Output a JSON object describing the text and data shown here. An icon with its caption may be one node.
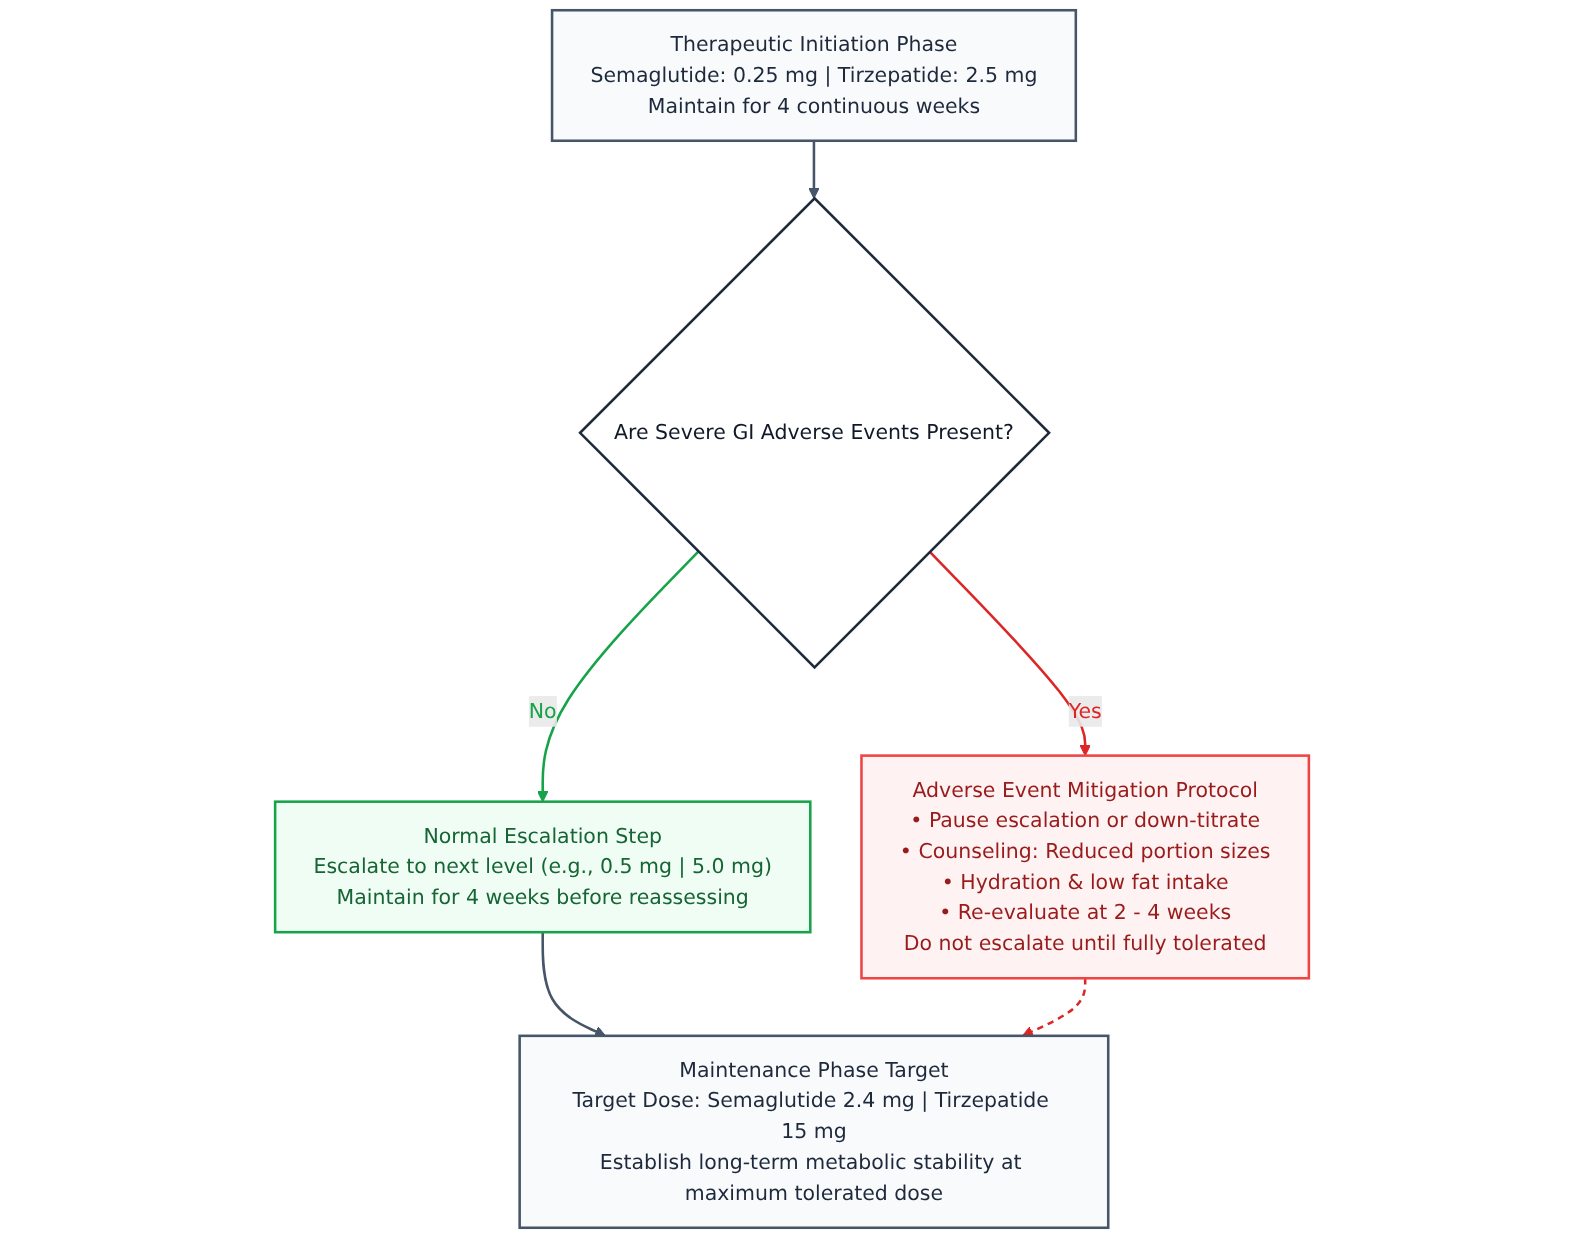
{
  "diagram": {
    "nodes": [
      {
        "text": [
          "Therapeutic Initiation Phase",
          "Semaglutide: 0.25 mg | Tirzepatide: 2.5 mg",
          "Maintain for 4 continuous weeks"
        ]
      },
      {
        "text": [
          "Are Severe GI Adverse Events Present?"
        ]
      },
      {
        "text": [
          "Adverse Event Mitigation Protocol",
          "• Pause escalation or down-titrate",
          "• Counseling: Reduced portion sizes",
          "• Hydration & low fat intake",
          "• Re-evaluate at 2 - 4 weeks",
          "Do not escalate until fully tolerated"
        ]
      },
      {
        "text": [
          "Normal Escalation Step",
          "Escalate to next level (e.g., 0.5 mg | 5.0 mg)",
          "Maintain for 4 weeks before reassessing"
        ]
      },
      {
        "text": [
          "Maintenance Phase Target",
          "Target Dose: Semaglutide 2.4 mg | Tirzepatide 15 mg",
          "Establish long-term metabolic stability at maximum tolerated dose"
        ]
      }
    ],
    "edges": [
      {
        "from": 0,
        "to": 1,
        "arrow": "to"
      },
      {
        "from": 1,
        "to": 2,
        "arrow": "to",
        "label": "Yes",
        "color": "#dc2626"
      },
      {
        "from": 1,
        "to": 3,
        "arrow": "to",
        "label": "No",
        "color": "#16a34a"
      },
      {
        "from": 3,
        "to": 4,
        "arrow": "to"
      },
      {
        "from": 2,
        "to": 4,
        "arrow": "to",
        "style": "dashed",
        "color": "#dc2626"
      }
    ]
  }
}
